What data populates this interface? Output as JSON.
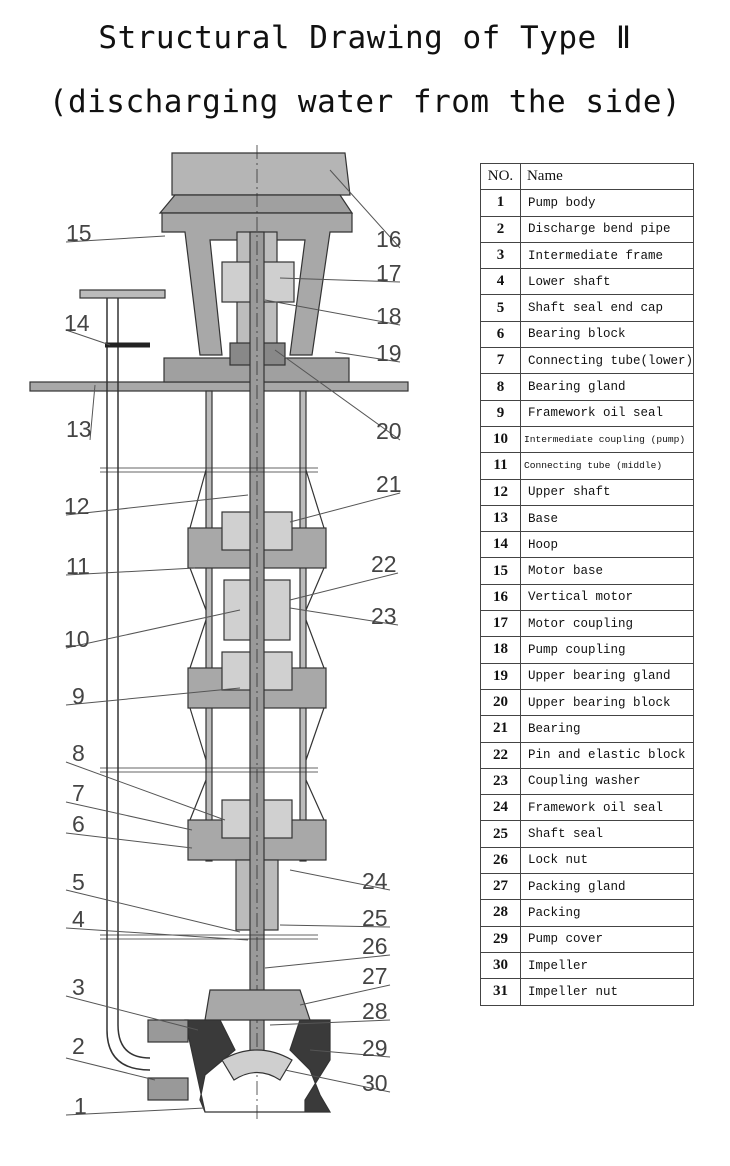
{
  "title_line1": "Structural Drawing of Type Ⅱ",
  "title_line2": "(discharging water from the side)",
  "table": {
    "headers": {
      "no": "NO.",
      "name": "Name"
    },
    "rows": [
      {
        "no": "1",
        "name": "Pump body"
      },
      {
        "no": "2",
        "name": "Discharge bend pipe"
      },
      {
        "no": "3",
        "name": "Intermediate frame"
      },
      {
        "no": "4",
        "name": "Lower shaft"
      },
      {
        "no": "5",
        "name": "Shaft seal end cap"
      },
      {
        "no": "6",
        "name": "Bearing block"
      },
      {
        "no": "7",
        "name": "Connecting tube(lower)"
      },
      {
        "no": "8",
        "name": "Bearing gland"
      },
      {
        "no": "9",
        "name": "Framework oil seal"
      },
      {
        "no": "10",
        "name": "Intermediate coupling (pump)"
      },
      {
        "no": "11",
        "name": "Connecting tube (middle)"
      },
      {
        "no": "12",
        "name": "Upper shaft"
      },
      {
        "no": "13",
        "name": "Base"
      },
      {
        "no": "14",
        "name": "Hoop"
      },
      {
        "no": "15",
        "name": "Motor base"
      },
      {
        "no": "16",
        "name": "Vertical motor"
      },
      {
        "no": "17",
        "name": "Motor coupling"
      },
      {
        "no": "18",
        "name": "Pump coupling"
      },
      {
        "no": "19",
        "name": "Upper bearing gland"
      },
      {
        "no": "20",
        "name": "Upper bearing block"
      },
      {
        "no": "21",
        "name": "Bearing"
      },
      {
        "no": "22",
        "name": "Pin and elastic block"
      },
      {
        "no": "23",
        "name": "Coupling washer"
      },
      {
        "no": "24",
        "name": "Framework oil seal"
      },
      {
        "no": "25",
        "name": "Shaft seal"
      },
      {
        "no": "26",
        "name": "Lock nut"
      },
      {
        "no": "27",
        "name": "Packing gland"
      },
      {
        "no": "28",
        "name": "Packing"
      },
      {
        "no": "29",
        "name": "Pump cover"
      },
      {
        "no": "30",
        "name": "Impeller"
      },
      {
        "no": "31",
        "name": "Impeller nut"
      }
    ]
  },
  "callouts": [
    "1",
    "2",
    "3",
    "4",
    "5",
    "6",
    "7",
    "8",
    "9",
    "10",
    "11",
    "12",
    "13",
    "14",
    "15",
    "16",
    "17",
    "18",
    "19",
    "20",
    "21",
    "22",
    "23",
    "24",
    "25",
    "26",
    "27",
    "28",
    "29",
    "30"
  ],
  "colors": {
    "part_fill": "#a8a8a8",
    "dark_fill": "#3a3a3a",
    "line": "#333333"
  }
}
